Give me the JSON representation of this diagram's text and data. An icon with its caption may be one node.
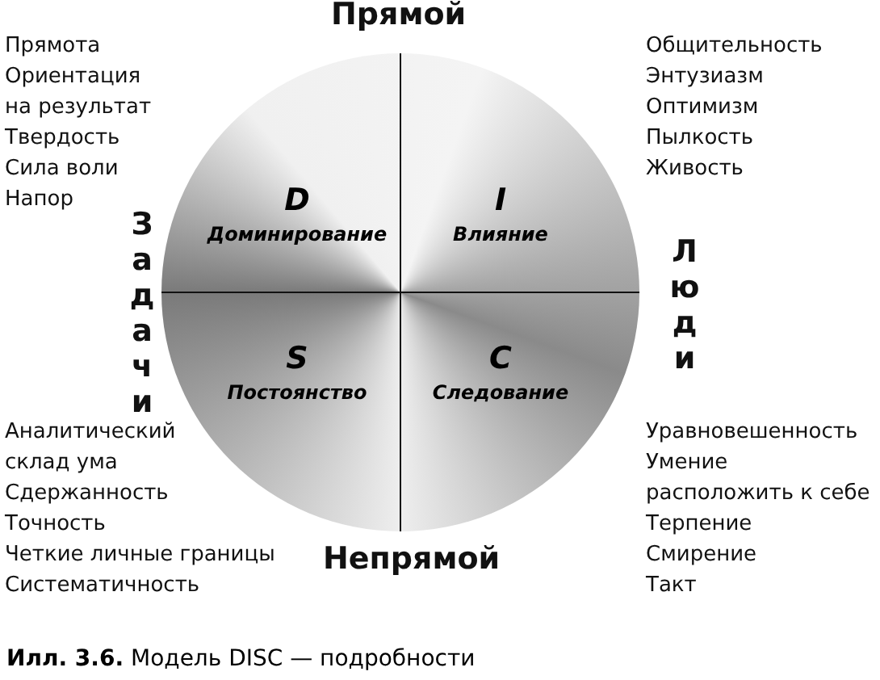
{
  "diagram": {
    "caption": "**Илл. 3.6.** Модель DISC — подробности",
    "nodes": [
      {
        "text": [],
        "shape": "circle"
      },
      {
        "text": [
          "D",
          "Доминирование"
        ],
        "in": 0
      },
      {
        "text": [
          "I",
          "Влияние"
        ],
        "in": 0
      },
      {
        "text": [
          "S",
          "Постоянство"
        ],
        "in": 0
      },
      {
        "text": [
          "C",
          "Следование"
        ],
        "in": 0
      }
    ],
    "edges": [],
    "labels": [
      "Прямой",
      "Прямота",
      "Ориентация на результат",
      "Твердость",
      "Сила воли",
      "Напор",
      "Общительность",
      "Энтузиазм",
      "Оптимизм",
      "Пылкость",
      "Живость",
      "Задачи",
      "Люди",
      "Аналитический склад ума",
      "Сдержанность",
      "Точность",
      "Четкие личные границы",
      "Систематичность",
      "Уравновешенность",
      "Умение расположить к себе",
      "Терпение",
      "Смирение",
      "Такт",
      "Непрямой"
    ]
  }
}
